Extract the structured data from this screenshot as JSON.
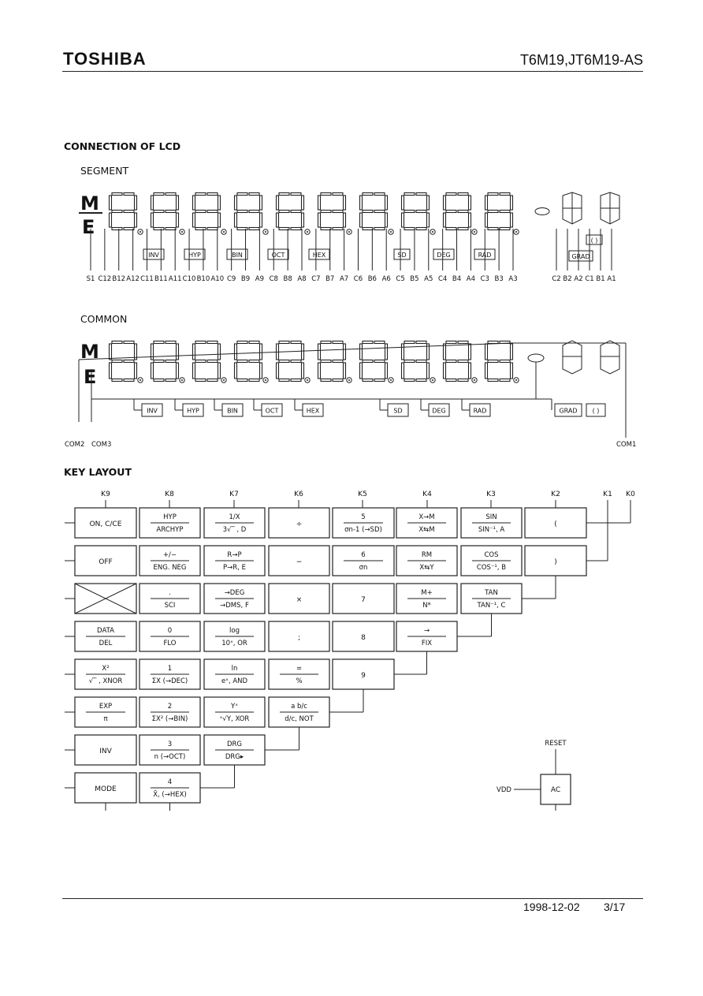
{
  "header": {
    "brand": "TOSHIBA",
    "doc_number": "T6M19,JT6M19-AS"
  },
  "sections": {
    "lcd_title": "CONNECTION OF LCD",
    "segment_title": "SEGMENT",
    "common_title": "COMMON",
    "key_layout_title": "KEY LAYOUT"
  },
  "lcd": {
    "m_label": "M",
    "e_label": "E",
    "indicators": [
      "INV",
      "HYP",
      "BIN",
      "OCT",
      "HEX",
      "SD",
      "DEG",
      "RAD"
    ],
    "right_indicators": [
      "GRAD",
      "( )"
    ],
    "segment_pins": [
      "S1",
      "C12",
      "B12",
      "A12",
      "C11",
      "B11",
      "A11",
      "C10",
      "B10",
      "A10",
      "C9",
      "B9",
      "A9",
      "C8",
      "B8",
      "A8",
      "C7",
      "B7",
      "A7",
      "C6",
      "B6",
      "A6",
      "C5",
      "B5",
      "A5",
      "C4",
      "B4",
      "A4",
      "C3",
      "B3",
      "A3",
      "C2",
      "B2",
      "A2",
      "C1",
      "B1",
      "A1"
    ],
    "com_labels": [
      "COM2",
      "COM3",
      "COM1"
    ]
  },
  "keys": {
    "k_labels": [
      "K9",
      "K8",
      "K7",
      "K6",
      "K5",
      "K4",
      "K3",
      "K2",
      "K1",
      "K0"
    ],
    "rows": [
      [
        [
          "ON, C/CE"
        ],
        [
          "HYP",
          "ARCHYP"
        ],
        [
          "1/X",
          "3√‾ , D"
        ],
        [
          "÷"
        ],
        [
          "5",
          "σn-1 (→SD)"
        ],
        [
          "X→M",
          "X⇆M"
        ],
        [
          "SIN",
          "SIN⁻¹, A"
        ],
        [
          "("
        ]
      ],
      [
        [
          "OFF"
        ],
        [
          "+/−",
          "ENG. NEG"
        ],
        [
          "R→P",
          "P→R, E"
        ],
        [
          "−"
        ],
        [
          "6",
          "σn"
        ],
        [
          "RM",
          "X⇆Y"
        ],
        [
          "COS",
          "COS⁻¹, B"
        ],
        [
          ")"
        ]
      ],
      [
        [
          "X"
        ],
        [
          ".",
          "SCI"
        ],
        [
          "→DEG",
          "→DMS, F"
        ],
        [
          "×"
        ],
        [
          "7"
        ],
        [
          "M+",
          "N*"
        ],
        [
          "TAN",
          "TAN⁻¹, C"
        ]
      ],
      [
        [
          "DATA",
          "DEL"
        ],
        [
          "0",
          "FLO"
        ],
        [
          "log",
          "10ˣ, OR"
        ],
        [
          ";"
        ],
        [
          "8"
        ],
        [
          "→",
          "FIX"
        ]
      ],
      [
        [
          "X²",
          "√‾ , XNOR"
        ],
        [
          "1",
          "ΣX (→DEC)"
        ],
        [
          "ln",
          "eˣ, AND"
        ],
        [
          "=",
          "%"
        ],
        [
          "9"
        ]
      ],
      [
        [
          "EXP",
          "π"
        ],
        [
          "2",
          "ΣX² (→BIN)"
        ],
        [
          "Yˣ",
          "ˣ√Y, XOR"
        ],
        [
          "a b/c",
          "d/c, NOT"
        ]
      ],
      [
        [
          "INV"
        ],
        [
          "3",
          "n (→OCT)"
        ],
        [
          "DRG",
          "DRG▸"
        ]
      ],
      [
        [
          "MODE"
        ],
        [
          "4",
          "X̄, (→HEX)"
        ]
      ]
    ],
    "reset_label": "RESET",
    "vdd_label": "VDD",
    "ac_label": "AC"
  },
  "footer": {
    "date": "1998-12-02",
    "page": "3/17"
  }
}
